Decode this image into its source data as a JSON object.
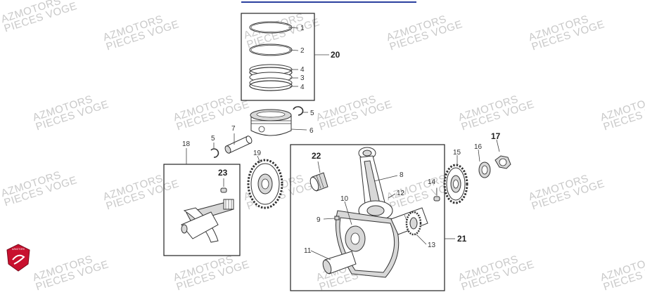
{
  "watermark": {
    "line1": "AZMOTORS",
    "line2": "PIECES VOGE"
  },
  "logo": {
    "text": "AZMOTORS",
    "color": "#c8102e"
  },
  "header_line_color": "#2a3f9e",
  "labels": {
    "ring1": "1",
    "ring2": "2",
    "ring4a": "4",
    "ring3": "3",
    "ring4b": "4",
    "group20": "20",
    "clip5a": "5",
    "piston6": "6",
    "pin7": "7",
    "clip5b": "5",
    "box18": "18",
    "gear19": "19",
    "key23": "23",
    "bearing22": "22",
    "rod8": "8",
    "gear15": "15",
    "washer16": "16",
    "nut17": "17",
    "key14": "14",
    "pin12": "12",
    "key9": "9",
    "crank10": "10",
    "crank11": "11",
    "gear13": "13",
    "group21": "21"
  }
}
